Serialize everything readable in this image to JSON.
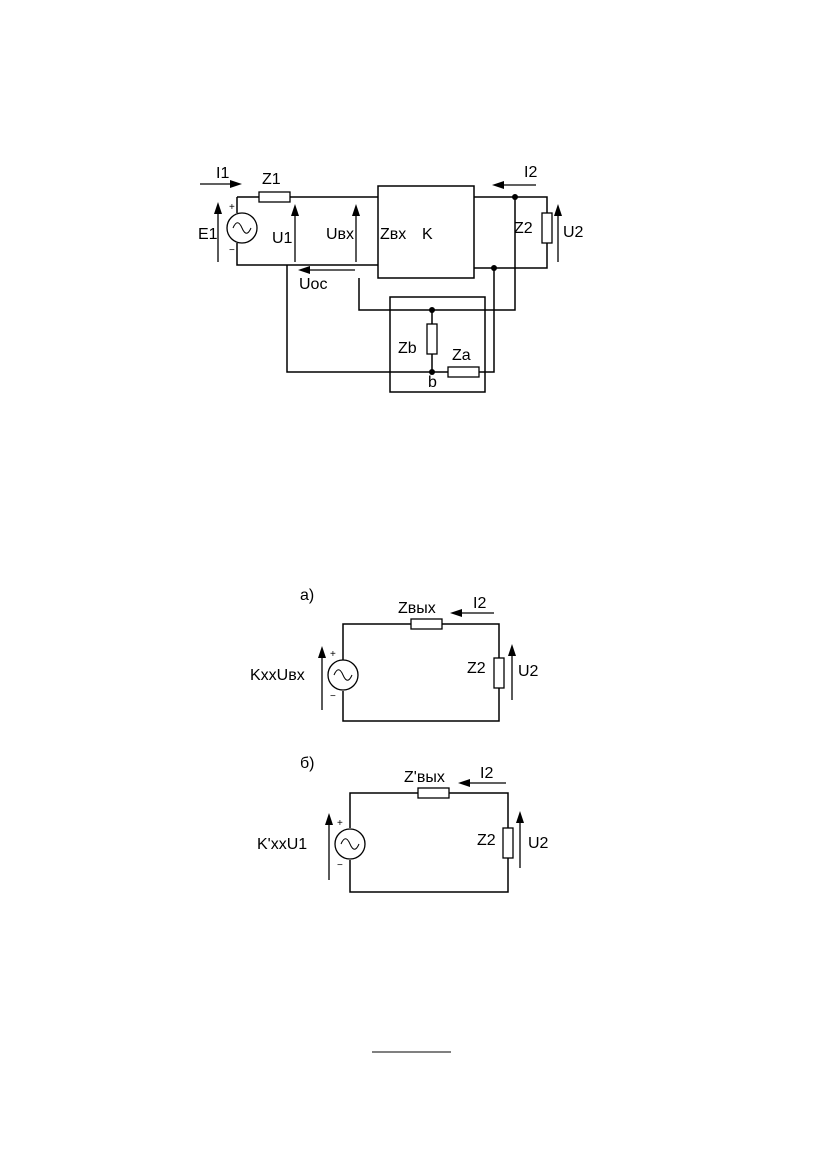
{
  "diagram1": {
    "labels": {
      "i1": "I1",
      "z1": "Z1",
      "e1": "E1",
      "u1": "U1",
      "uvx": "Uвх",
      "zvx": "Zвх",
      "k": "K",
      "uoc": "Uос",
      "i2": "I2",
      "z2": "Z2",
      "u2": "U2",
      "zb": "Zb",
      "za": "Za",
      "b": "b"
    },
    "polarity": {
      "plus": "+",
      "minus": "−"
    }
  },
  "diagram_a": {
    "caption": "а)",
    "labels": {
      "source": "KxxUвх",
      "zout": "Zвых",
      "i2": "I2",
      "z2": "Z2",
      "u2": "U2"
    },
    "polarity": {
      "plus": "+",
      "minus": "−"
    }
  },
  "diagram_b": {
    "caption": "б)",
    "labels": {
      "source": "K'xxU1",
      "zout": "Z'вых",
      "i2": "I2",
      "z2": "Z2",
      "u2": "U2"
    },
    "polarity": {
      "plus": "+",
      "minus": "−"
    }
  }
}
